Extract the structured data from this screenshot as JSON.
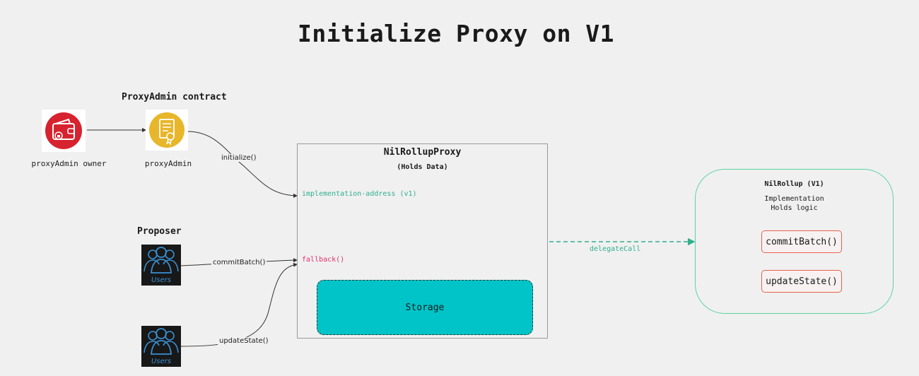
{
  "title": "Initialize Proxy on V1",
  "actors": {
    "owner_label": "proxyAdmin owner",
    "proxyadmin_heading": "ProxyAdmin contract",
    "proxyadmin_label": "proxyAdmin",
    "proposer_heading": "Proposer",
    "users_icon_text": "Users"
  },
  "edges": {
    "initialize": "initialize()",
    "commit_batch": "commitBatch()",
    "update_state": "updateState()",
    "delegate_call": "delegateCall"
  },
  "proxy": {
    "name": "NilRollupProxy",
    "subtitle": "(Holds Data)",
    "implementation_address": "implementation-address (v1)",
    "fallback": "fallback()",
    "storage": "Storage"
  },
  "implementation": {
    "name": "NilRollup (V1)",
    "line1": "Implementation",
    "line2": "Holds logic",
    "fn1": "commitBatch()",
    "fn2": "updateState()"
  },
  "colors": {
    "teal_text": "#2fb08a",
    "pink_text": "#e0306e",
    "storage_fill": "#00c4c8",
    "impl_border": "#5ed3a6",
    "fn_border": "#e8604c",
    "wallet_red": "#d7232f",
    "cert_gold": "#e8b62a"
  }
}
